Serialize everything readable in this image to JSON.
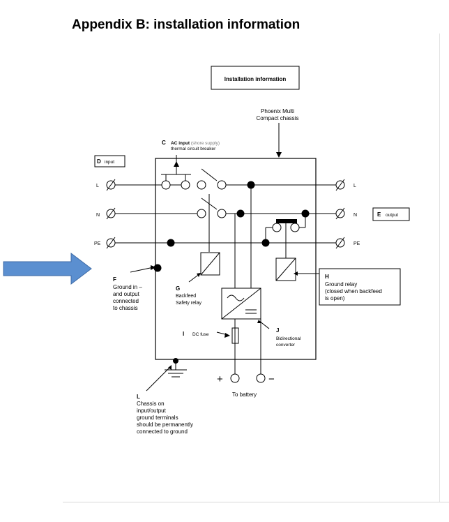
{
  "page": {
    "title": "Appendix B: installation information"
  },
  "diagram": {
    "header_box": "Installation information",
    "chassis_label": [
      "Phoenix Multi",
      "Compact chassis"
    ],
    "labels": {
      "c_letter": "C",
      "c_text_bold": "AC input",
      "c_text_paren": "(shore supply)",
      "c_text_2": "thermal circuit breaker",
      "d_letter": "D",
      "d_text": "input",
      "e_letter": "E",
      "e_text": "output",
      "line_l": "L",
      "line_n": "N",
      "line_pe": "PE",
      "out_l": "L",
      "out_n": "N",
      "out_pe": "PE",
      "f_letter": "F",
      "f_text": [
        "Ground in –",
        "and output",
        "connected",
        "to chassis"
      ],
      "g_letter": "G",
      "g_text": [
        "Backfeed",
        "Safety relay"
      ],
      "h_letter": "H",
      "h_text": [
        "Ground relay",
        "(closed when backfeed",
        "is open)"
      ],
      "i_letter": "I",
      "i_text": "DC fuse",
      "j_letter": "J",
      "j_text": [
        "Bidirectional",
        "converter"
      ],
      "l_letter": "L",
      "l_text": [
        "Chassis on",
        "input/output",
        "ground terminals",
        "should be permanently",
        "connected to ground"
      ],
      "plus": "+",
      "minus": "−",
      "battery": "To battery"
    },
    "colors": {
      "arrow_fill": "#5b8fd0",
      "arrow_stroke": "#3d6aa6",
      "line": "#000000"
    },
    "icons": {
      "pointer_arrow": "blue-right-arrow-icon"
    }
  }
}
